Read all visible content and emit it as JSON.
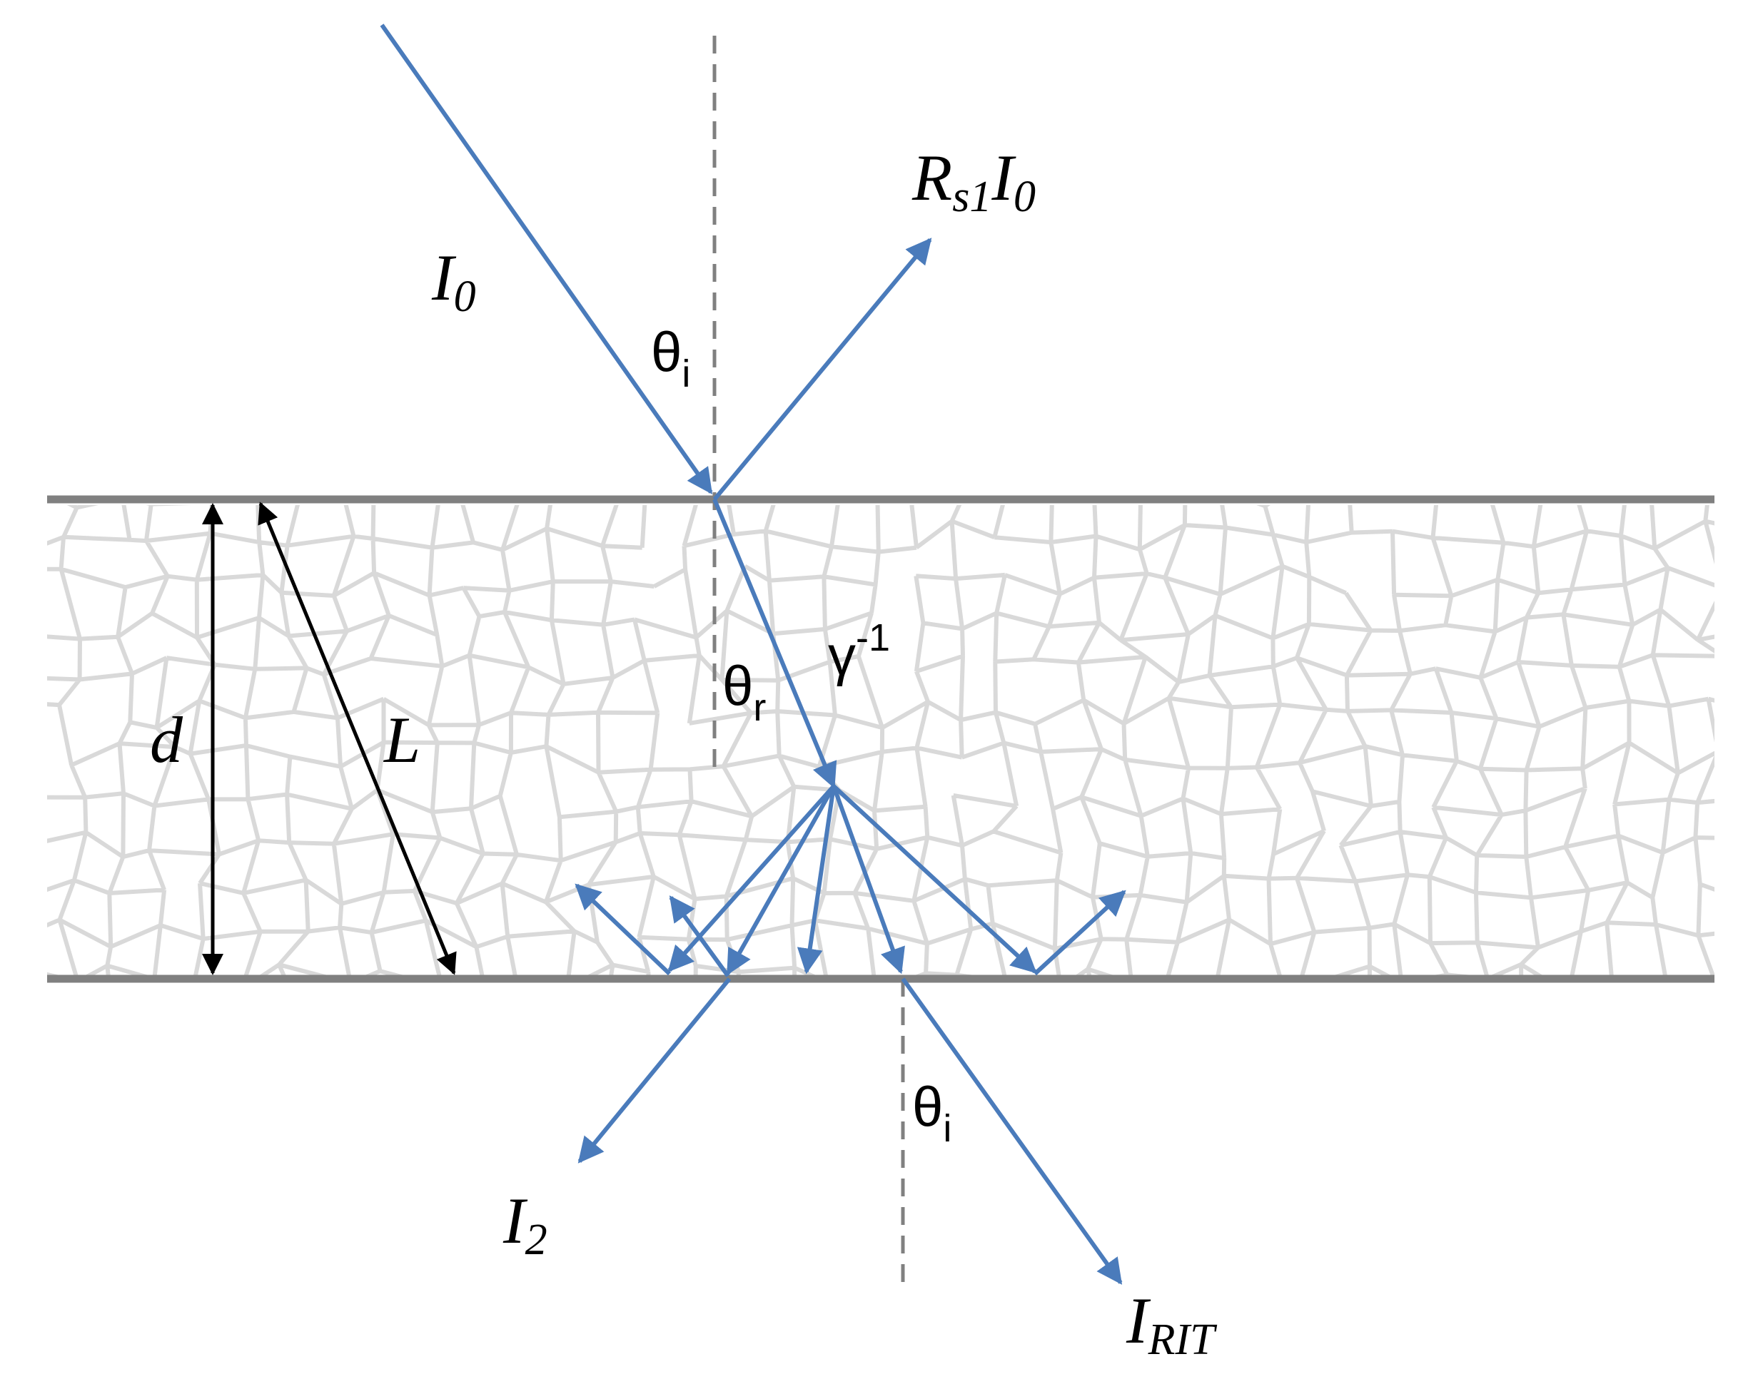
{
  "colors": {
    "ray": "#4a7bbb",
    "boundary": "#808080",
    "grain": "#d9d9d9",
    "dashed_normal": "#808080",
    "dimension_arrow": "#000000"
  },
  "labels": {
    "incident": {
      "main": "I",
      "sub": "0"
    },
    "specular_reflection": {
      "r": "R",
      "r_sub": "s1",
      "i": "I",
      "i_sub": "0"
    },
    "theta_i_top": {
      "main": "θ",
      "sub": "i"
    },
    "theta_r": {
      "main": "θ",
      "sub": "r"
    },
    "gamma": {
      "main": "γ",
      "sup": "-1"
    },
    "thickness": "d",
    "path_length": "L",
    "diffuse_transmitted": {
      "main": "I",
      "sub": "2"
    },
    "theta_i_bottom": {
      "main": "θ",
      "sub": "i"
    },
    "regular_in_line_transmitted": {
      "main": "I",
      "sub": "RIT"
    }
  }
}
